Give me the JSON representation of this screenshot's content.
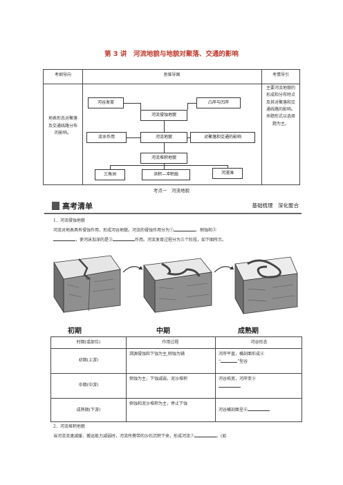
{
  "title": "第 3 讲　河流地貌与地貌对聚落、交通的影响",
  "table1": {
    "headers": [
      "考纲导向",
      "思维导图",
      "考情导引"
    ],
    "left": "地表形态对聚落及交通线路分布的影响。",
    "right": "主要河流地貌的形成和分布特点及其对聚落和交通线路的影响。命题形式以选择题为主。",
    "mindmap": {
      "hegu": "河谷发育",
      "anru": "凸岸与凹岸",
      "qinshi": "河流侵蚀地貌",
      "liushui": "流水作用",
      "dimao": "河流地貌",
      "yingxiang": "对聚落和交通的影响",
      "duiji": "河流堆积地貌",
      "sanjiao": "三角洲",
      "chongji": "洪积—冲积扇",
      "hetan": "河漫滩"
    }
  },
  "kaodian": "考点一　河流地貌",
  "banner": {
    "title": "高考清单",
    "right": "基础梳理　深化整合"
  },
  "sec1": {
    "heading": "1．河流侵蚀地貌",
    "p1a": "河流对地表具有侵蚀作用，形成河谷地貌。河流的侵蚀作用分为①",
    "p1b": "、侧蚀和②",
    "p2a": "，使河床加深的是③",
    "p2b": "作用。河流发育过程分为三个阶段，如下图所示。"
  },
  "stages": [
    "初期",
    "中期",
    "成熟期"
  ],
  "table2": {
    "headers": [
      "时期(或部位)",
      "作用过程",
      "河谷形态"
    ],
    "rows": [
      {
        "period": "初期(上游)",
        "process": "溯源侵蚀和下蚀为主,侧蚀为辅",
        "shape_a": "河岸平直，横剖面形成④",
        "shape_b": "“",
        "shape_c": "”型谷"
      },
      {
        "period": "中期(中游)",
        "process": "侧蚀为主，下蚀减弱，泥沙堆积",
        "shape_a": "河谷拓宽，河岸变⑤",
        "shape_b": "",
        "shape_c": ""
      },
      {
        "period": "成熟期(下游)",
        "process": "侧蚀和泥沙堆积为主，停止下蚀",
        "shape_a": "河谷横剖面呈⑥",
        "shape_b": "",
        "shape_c": ""
      }
    ]
  },
  "sec2": {
    "heading": "2．河流堆积地貌",
    "p1a": "当河流流速减缓、搬运能力减弱时，河流所携带的沙石沉积下来，形成河流⑦",
    "p1b": "。(如"
  }
}
